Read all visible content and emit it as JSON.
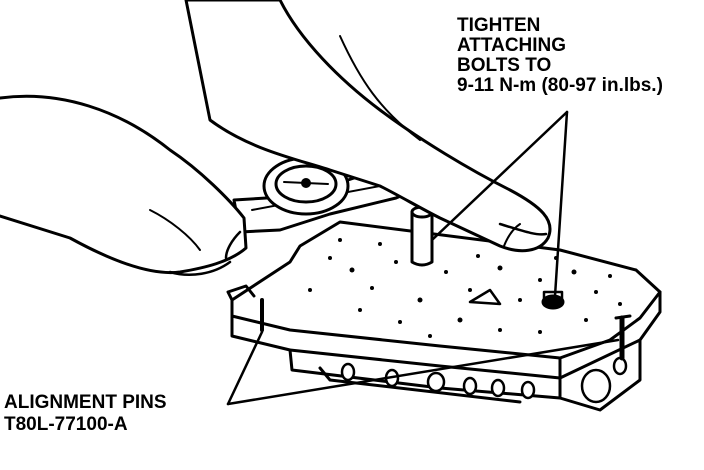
{
  "figure": {
    "callout_torque": {
      "lines": [
        "TIGHTEN",
        "ATTACHING",
        "BOLTS TO",
        "9-11 N-m (80-97 in.lbs.)"
      ]
    },
    "callout_pins": {
      "lines": [
        "ALIGNMENT PINS",
        "T80L-77100-A"
      ]
    },
    "colors": {
      "ink": "#000000",
      "paper": "#ffffff"
    }
  }
}
